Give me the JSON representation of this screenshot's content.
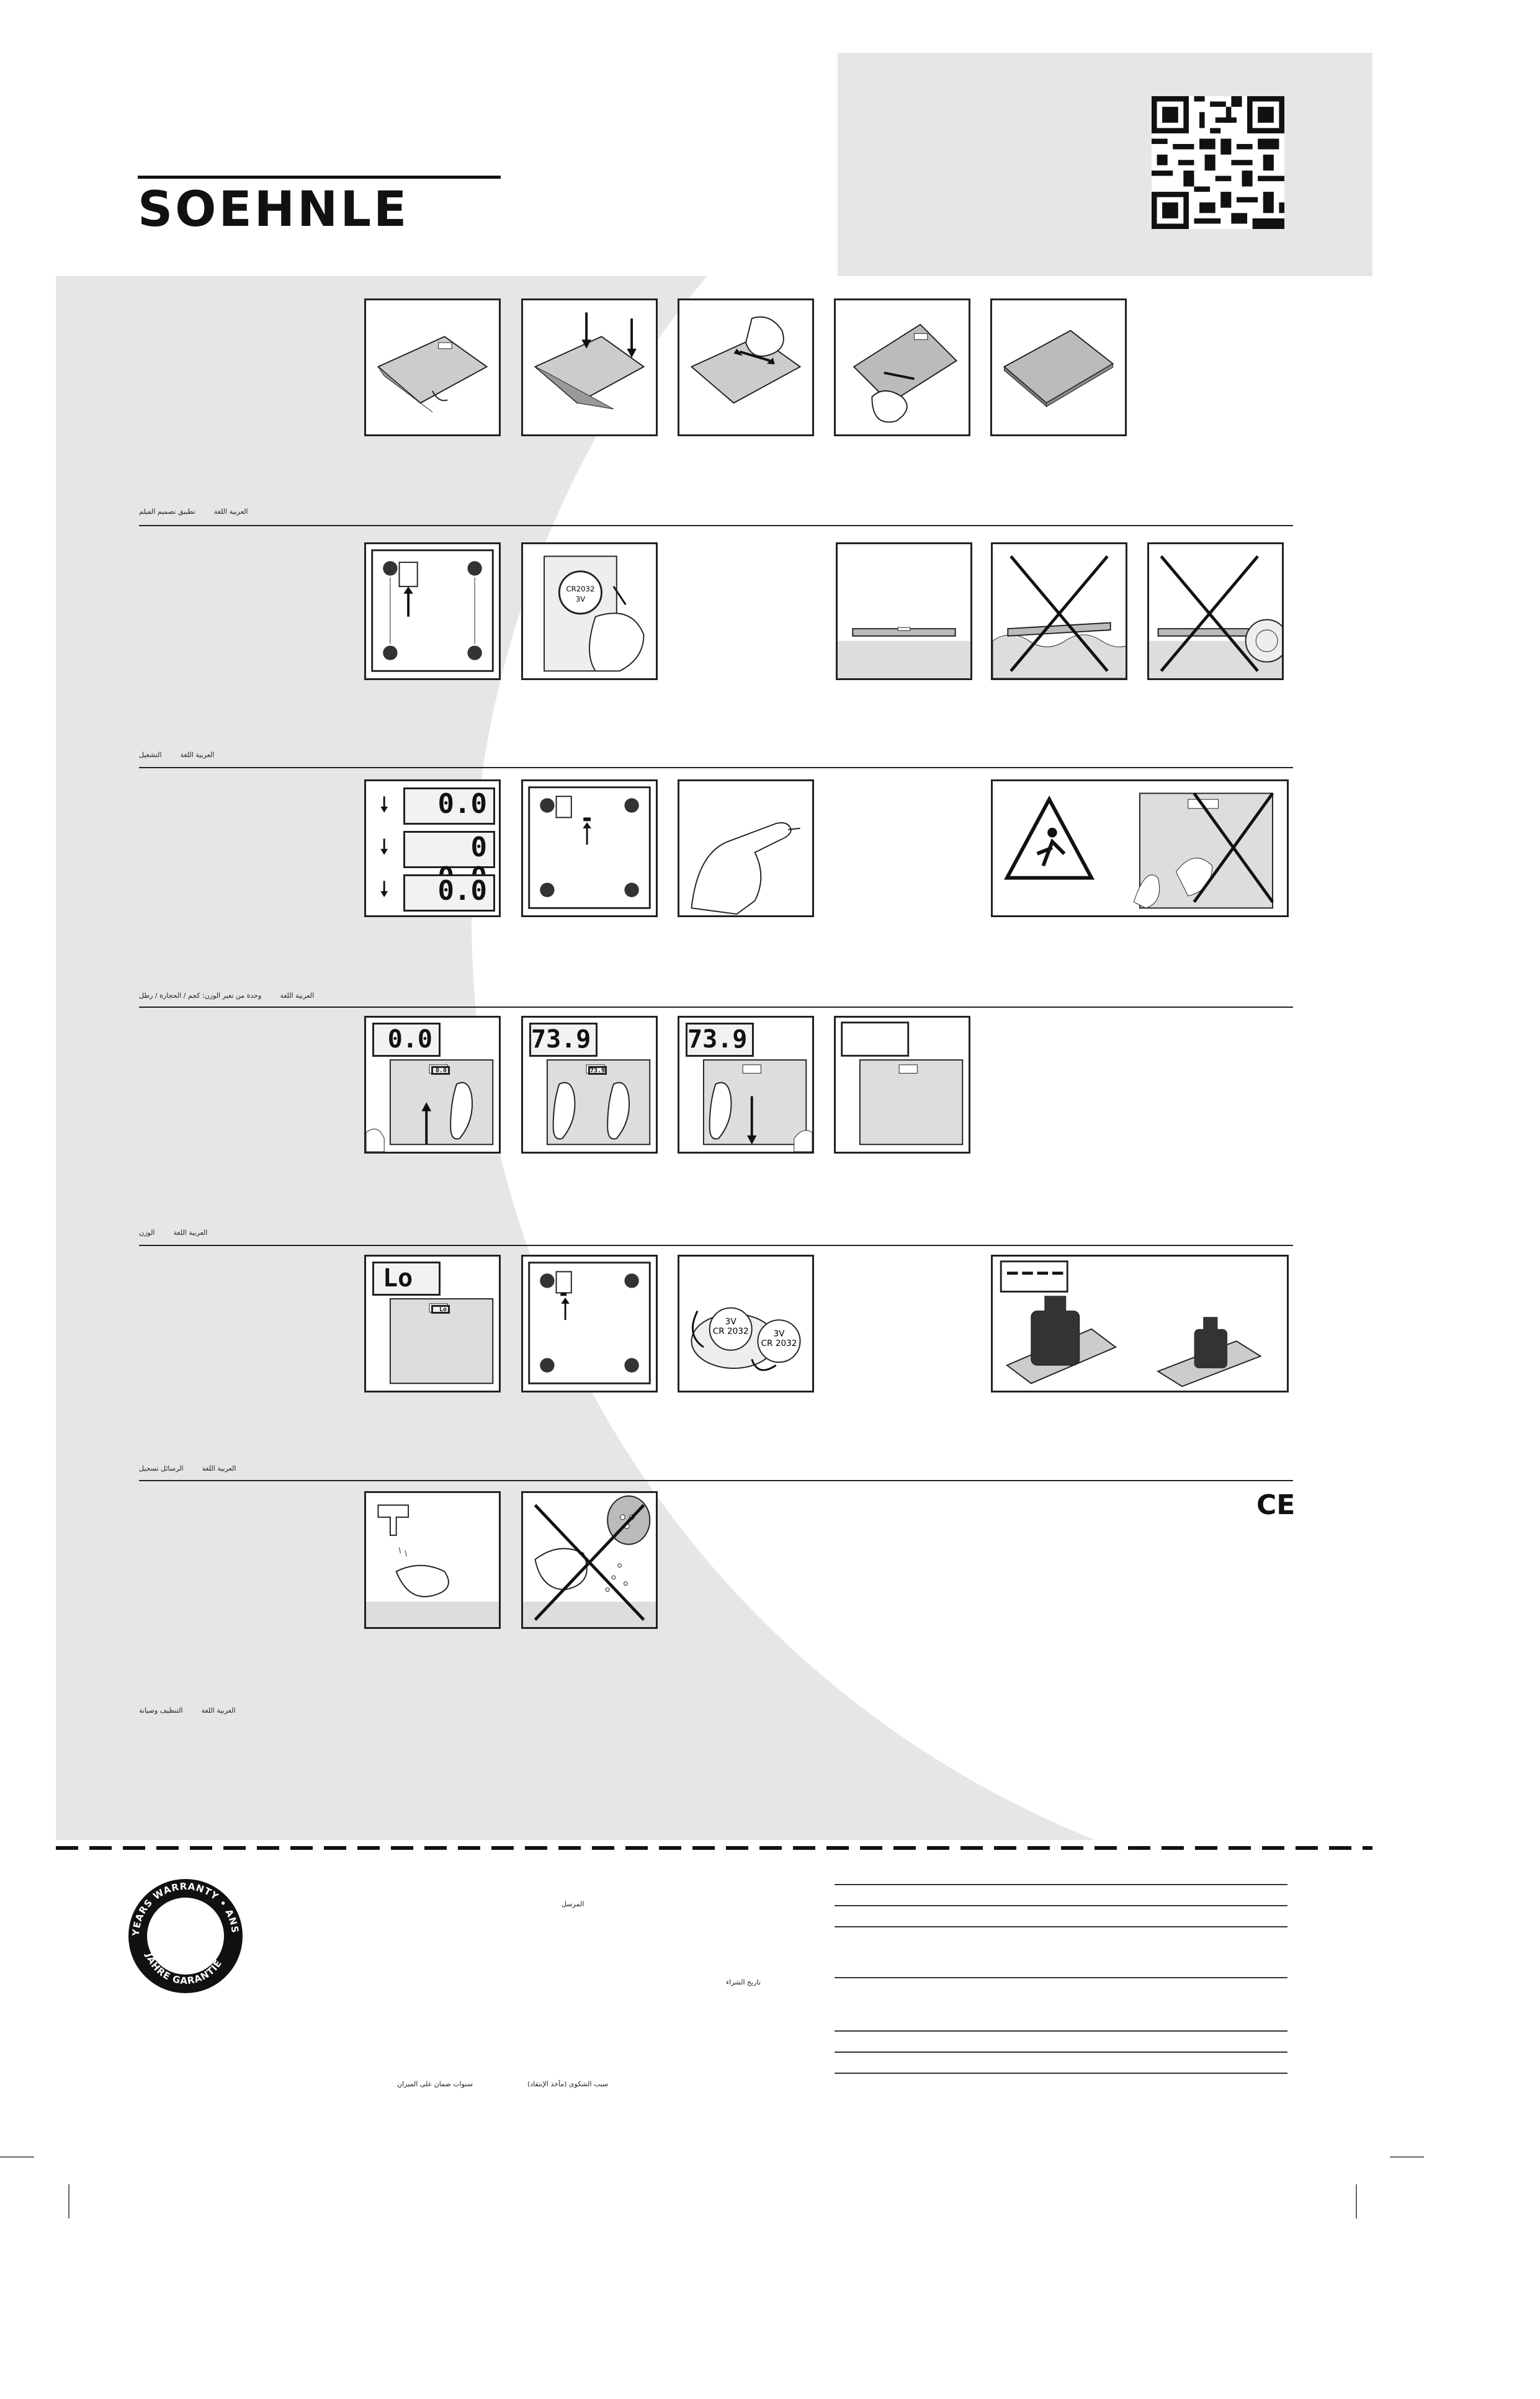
{
  "brand": {
    "logo_text": "SOEHNLE"
  },
  "sections": [
    {
      "label_lang": "العربية اللغة",
      "label_title": "تطبيق تصميم الفيلم"
    },
    {
      "label_lang": "العربية اللغة",
      "label_title": "التشغيل"
    },
    {
      "label_lang": "العربية اللغة",
      "label_title": "وحدة من تغير الوزن: كجم / الحجارة / رطل"
    },
    {
      "label_lang": "العربية اللغة",
      "label_title": "الوزن"
    },
    {
      "label_lang": "العربية اللغة",
      "label_title": "الرسائل تسجيل"
    },
    {
      "label_lang": "العربية اللغة",
      "label_title": "التنظيف وصيانة"
    }
  ],
  "displays": {
    "zero_a": "0.0",
    "zero_mid": "0 0.0",
    "zero_b": "0.0",
    "weigh_zero": "0.0",
    "weigh_1": "73.9",
    "weigh_2": "73.9",
    "low_battery": "Lo",
    "mini_zero": "0.0",
    "mini_weigh": "73.9",
    "mini_lo": "Lo"
  },
  "battery": {
    "label_small": "CR2032",
    "label_volt": "3V",
    "label_1": "CR 2032",
    "label_2": "CR 2032"
  },
  "certification": {
    "ce_mark": "CE"
  },
  "warranty_seal": {
    "text_top": "YEARS WARRANTY • ANS GARANTIE",
    "text_bottom": "JAHRE GARANTIE"
  },
  "form": {
    "sender_label": "المرسل",
    "purchase_date_label": "تاريخ الشراء",
    "warranty_label": "سنوات ضمان على الميزان",
    "complaint_label": "سبب الشكوى (مآخذ الإنتقاد)"
  }
}
